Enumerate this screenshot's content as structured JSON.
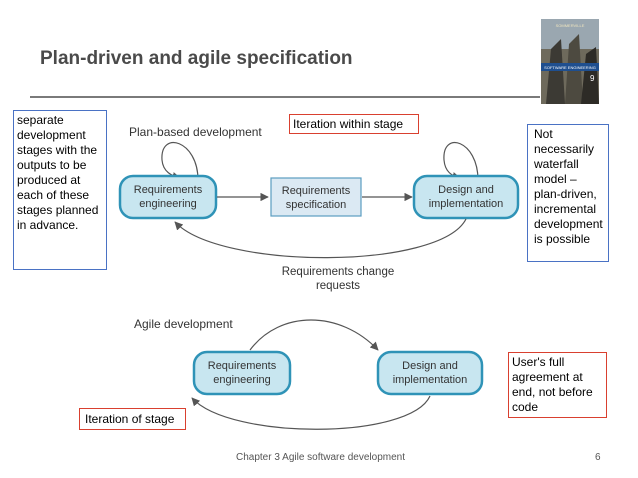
{
  "slide": {
    "title": "Plan-driven and agile specification",
    "footer_text": "Chapter 3 Agile software development",
    "page_number": "6"
  },
  "book_cover": {
    "top_text": "SOMMERVILLE",
    "banner_text": "SOFTWARE ENGINEERING",
    "edition": "9"
  },
  "diagram": {
    "plan_heading": "Plan-based development",
    "plan_nodes": [
      {
        "line1": "Requirements",
        "line2": "engineering"
      },
      {
        "line1": "Requirements",
        "line2": "specification"
      },
      {
        "line1": "Design and",
        "line2": "implementation"
      }
    ],
    "change_requests": {
      "line1": "Requirements change",
      "line2": "requests"
    },
    "agile_heading": "Agile development",
    "agile_nodes": [
      {
        "line1": "Requirements",
        "line2": "engineering"
      },
      {
        "line1": "Design and",
        "line2": "implementation"
      }
    ]
  },
  "notes": {
    "left": "separate development stages with the outputs to be produced at each of these stages planned in advance.",
    "iteration_within_stage": "Iteration within stage",
    "right": "Not necessarily waterfall model – plan-driven, incremental development is possible",
    "users_agreement": "User's full agreement at end, not before code",
    "iteration_of_stage": "Iteration of stage"
  },
  "colors": {
    "node_fill": "#c8e6f0",
    "node_stroke": "#2f93b7",
    "spec_fill": "#dbe9f3",
    "arrow": "#555555",
    "blue_border": "#4a72c4",
    "red_border": "#d9402f"
  }
}
